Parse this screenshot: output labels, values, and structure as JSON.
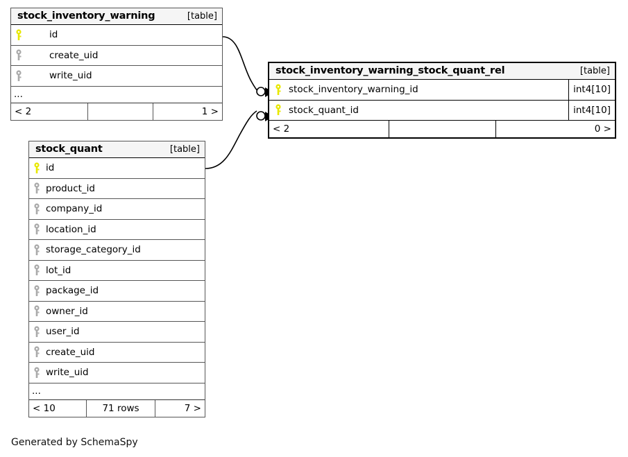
{
  "diagram": {
    "generator_note": "Generated by SchemaSpy",
    "table_tag": "[table]",
    "ellipsis": "..."
  },
  "tables": [
    {
      "id": "stock_inventory_warning",
      "name": "stock_inventory_warning",
      "tag": "[table]",
      "columns": [
        {
          "name": "id",
          "key": "primary",
          "type": ""
        },
        {
          "name": "create_uid",
          "key": "foreign",
          "type": ""
        },
        {
          "name": "write_uid",
          "key": "foreign",
          "type": ""
        }
      ],
      "more_indicator": "...",
      "footer": {
        "left": "< 2",
        "middle": "",
        "right": "1 >"
      }
    },
    {
      "id": "stock_inventory_warning_stock_quant_rel",
      "name": "stock_inventory_warning_stock_quant_rel",
      "tag": "[table]",
      "columns": [
        {
          "name": "stock_inventory_warning_id",
          "key": "primary",
          "type": "int4[10]"
        },
        {
          "name": "stock_quant_id",
          "key": "primary",
          "type": "int4[10]"
        }
      ],
      "more_indicator": "",
      "footer": {
        "left": "< 2",
        "middle": "",
        "right": "0 >"
      }
    },
    {
      "id": "stock_quant",
      "name": "stock_quant",
      "tag": "[table]",
      "columns": [
        {
          "name": "id",
          "key": "primary",
          "type": ""
        },
        {
          "name": "product_id",
          "key": "foreign",
          "type": ""
        },
        {
          "name": "company_id",
          "key": "foreign",
          "type": ""
        },
        {
          "name": "location_id",
          "key": "foreign",
          "type": ""
        },
        {
          "name": "storage_category_id",
          "key": "foreign",
          "type": ""
        },
        {
          "name": "lot_id",
          "key": "foreign",
          "type": ""
        },
        {
          "name": "package_id",
          "key": "foreign",
          "type": ""
        },
        {
          "name": "owner_id",
          "key": "foreign",
          "type": ""
        },
        {
          "name": "user_id",
          "key": "foreign",
          "type": ""
        },
        {
          "name": "create_uid",
          "key": "foreign",
          "type": ""
        },
        {
          "name": "write_uid",
          "key": "foreign",
          "type": ""
        }
      ],
      "more_indicator": "...",
      "footer": {
        "left": "< 10",
        "middle": "71 rows",
        "right": "7 >"
      }
    }
  ],
  "relationships": [
    {
      "name": "stock_inventory_warning-id-to-rel-stock_inventory_warning_id",
      "from_table": "stock_inventory_warning",
      "from_column": "id",
      "to_table": "stock_inventory_warning_stock_quant_rel",
      "to_column": "stock_inventory_warning_id"
    },
    {
      "name": "stock_quant-id-to-rel-stock_quant_id",
      "from_table": "stock_quant",
      "from_column": "id",
      "to_table": "stock_inventory_warning_stock_quant_rel",
      "to_column": "stock_quant_id"
    }
  ],
  "colors": {
    "primary_key": "#e8e800",
    "foreign_key": "#aaaaaa",
    "header_bg": "#f5f5f5",
    "border": "#000000",
    "background": "#ffffff"
  },
  "icons": {
    "primary_key": "key-icon",
    "foreign_key": "key-icon"
  }
}
